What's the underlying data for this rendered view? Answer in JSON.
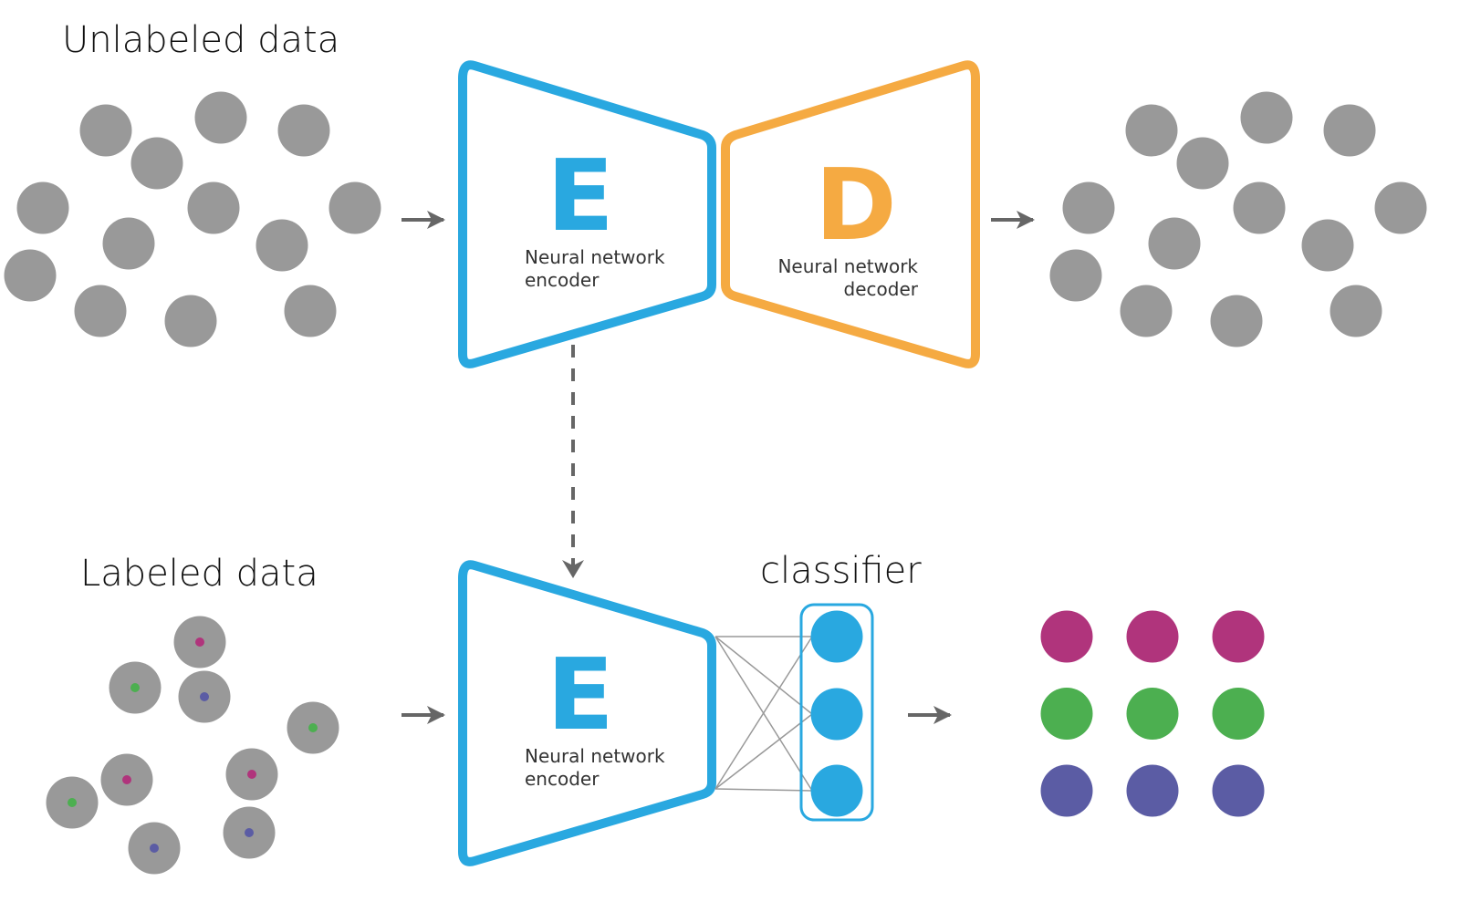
{
  "labels": {
    "unlabeled_data": "Unlabeled data",
    "labeled_data": "Labeled data",
    "classifier": "classifier"
  },
  "encoder_top": {
    "letter": "E",
    "line1": "Neural network",
    "line2": "encoder"
  },
  "decoder": {
    "letter": "D",
    "line1": "Neural network",
    "line2": "decoder"
  },
  "encoder_bottom": {
    "letter": "E",
    "line1": "Neural network",
    "line2": "encoder"
  },
  "colors": {
    "encoder": "#29a8e0",
    "decoder": "#f5aa42",
    "data_point": "#999999",
    "arrow": "#666666",
    "class_magenta": "#b0347c",
    "class_green": "#4caf50",
    "class_purple": "#5b5ca4",
    "connection": "#999999"
  },
  "classifier": {
    "nodes": 3
  },
  "unlabeled_points_count": 13,
  "labeled_points": [
    {
      "label": "magenta"
    },
    {
      "label": "green"
    },
    {
      "label": "purple"
    },
    {
      "label": "green"
    },
    {
      "label": "magenta"
    },
    {
      "label": "magenta"
    },
    {
      "label": "green"
    },
    {
      "label": "purple"
    },
    {
      "label": "purple"
    }
  ],
  "output_grid": {
    "rows": [
      "magenta",
      "green",
      "purple"
    ],
    "columns": 3
  }
}
